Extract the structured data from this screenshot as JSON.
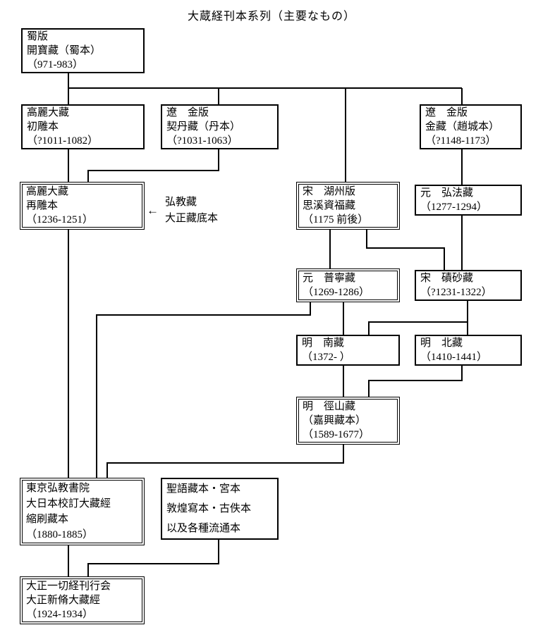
{
  "title": "大蔵経刊本系列（主要なもの）",
  "colors": {
    "background": "#ffffff",
    "line": "#000000",
    "text": "#000000"
  },
  "annotation": {
    "arrow": "←",
    "line1": "弘教藏",
    "line2": "大正藏底本"
  },
  "boxes": {
    "kaihozo": {
      "lines": [
        "蜀版",
        "開寶藏（蜀本）",
        "（971-983）"
      ]
    },
    "korai_shochobon": {
      "lines": [
        "高麗大藏",
        "初雕本",
        "（?1011-1082）"
      ]
    },
    "kittanzo": {
      "lines": [
        "遼　金版",
        "契丹藏（丹本）",
        "（?1031-1063）"
      ]
    },
    "kinzo": {
      "lines": [
        "遼　金版",
        "金藏（趙城本）",
        "（?1148-1173）"
      ]
    },
    "korai_saichobon": {
      "lines": [
        "高麗大藏",
        "再雕本",
        "（1236-1251）"
      ]
    },
    "shikei": {
      "lines": [
        "宋　湖州版",
        "思溪資福藏",
        "（1175 前後）"
      ]
    },
    "kobozo": {
      "lines": [
        "元　弘法藏",
        "（1277-1294）"
      ]
    },
    "funeizo": {
      "lines": [
        "元　普寧藏",
        "（1269-1286）"
      ]
    },
    "sekisazo": {
      "lines": [
        "宋　磧砂藏",
        "（?1231-1322）"
      ]
    },
    "nanzo": {
      "lines": [
        "明　南藏",
        "（1372- ）"
      ]
    },
    "hokuzo": {
      "lines": [
        "明　北藏",
        "（1410-1441）"
      ]
    },
    "keizanzo": {
      "lines": [
        "明　徑山藏",
        "（嘉興藏本）",
        "（1589-1677）"
      ]
    },
    "shukusatsu": {
      "lines": [
        "東京弘教書院",
        "大日本校訂大藏經",
        "縮刷藏本",
        "（1880-1885）"
      ]
    },
    "shogozo": {
      "lines": [
        "聖語藏本・宮本",
        "敦煌寫本・古佚本",
        "以及各種流通本"
      ]
    },
    "taisho": {
      "lines": [
        "大正一切経刊行会",
        "大正新脩大藏經",
        "（1924-1934）"
      ]
    }
  }
}
